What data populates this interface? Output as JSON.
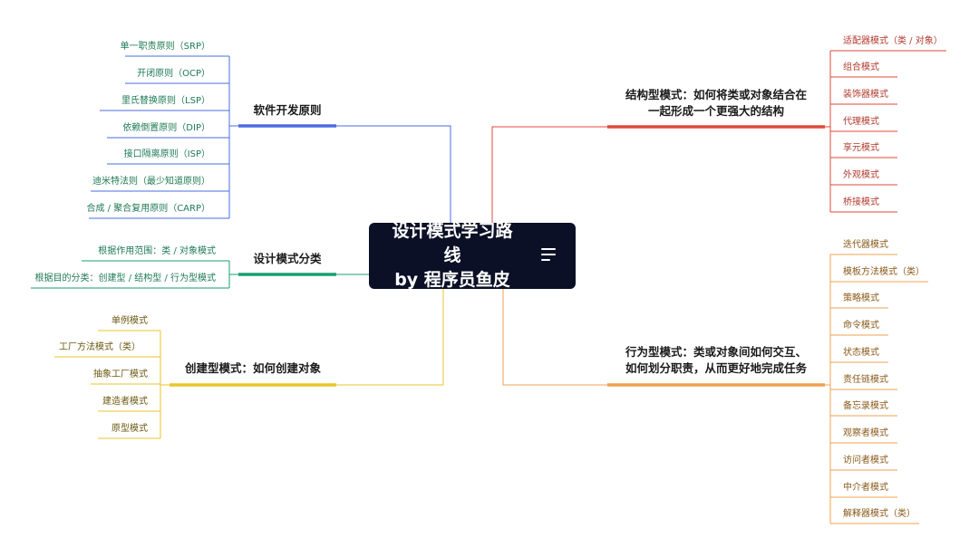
{
  "root": {
    "line1": "设计模式学习路线",
    "line2": "by 程序员鱼皮",
    "icon": "menu-icon"
  },
  "colors": {
    "blue": "#4a6ee0",
    "green": "#1a9e72",
    "yellow": "#e8c628",
    "red": "#e0483c",
    "orange": "#f0a050",
    "blue_text": "#1f7a57",
    "yellow_text": "#6b5a12",
    "red_text": "#b23a2e",
    "orange_text": "#8a5a1a"
  },
  "branches": {
    "principles": {
      "label": "软件开发原则",
      "items": [
        "单一职责原则（SRP）",
        "开闭原则（OCP）",
        "里氏替换原则（LSP）",
        "依赖倒置原则（DIP）",
        "接口隔离原则（ISP）",
        "迪米特法则（最少知道原则）",
        "合成 / 聚合复用原则（CARP）"
      ]
    },
    "classification": {
      "label": "设计模式分类",
      "items": [
        "根据作用范围：类 / 对象模式",
        "根据目的分类：创建型 / 结构型 / 行为型模式"
      ]
    },
    "creational": {
      "label": "创建型模式：如何创建对象",
      "items": [
        "单例模式",
        "工厂方法模式（类）",
        "抽象工厂模式",
        "建造者模式",
        "原型模式"
      ]
    },
    "structural": {
      "label_line1": "结构型模式：如何将类或对象结合在",
      "label_line2": "一起形成一个更强大的结构",
      "items": [
        "适配器模式（类 / 对象）",
        "组合模式",
        "装饰器模式",
        "代理模式",
        "享元模式",
        "外观模式",
        "桥接模式"
      ]
    },
    "behavioral": {
      "label_line1": "行为型模式：类或对象间如何交互、",
      "label_line2": "如何划分职责，从而更好地完成任务",
      "items": [
        "迭代器模式",
        "模板方法模式（类）",
        "策略模式",
        "命令模式",
        "状态模式",
        "责任链模式",
        "备忘录模式",
        "观察者模式",
        "访问者模式",
        "中介者模式",
        "解释器模式（类）"
      ]
    }
  }
}
